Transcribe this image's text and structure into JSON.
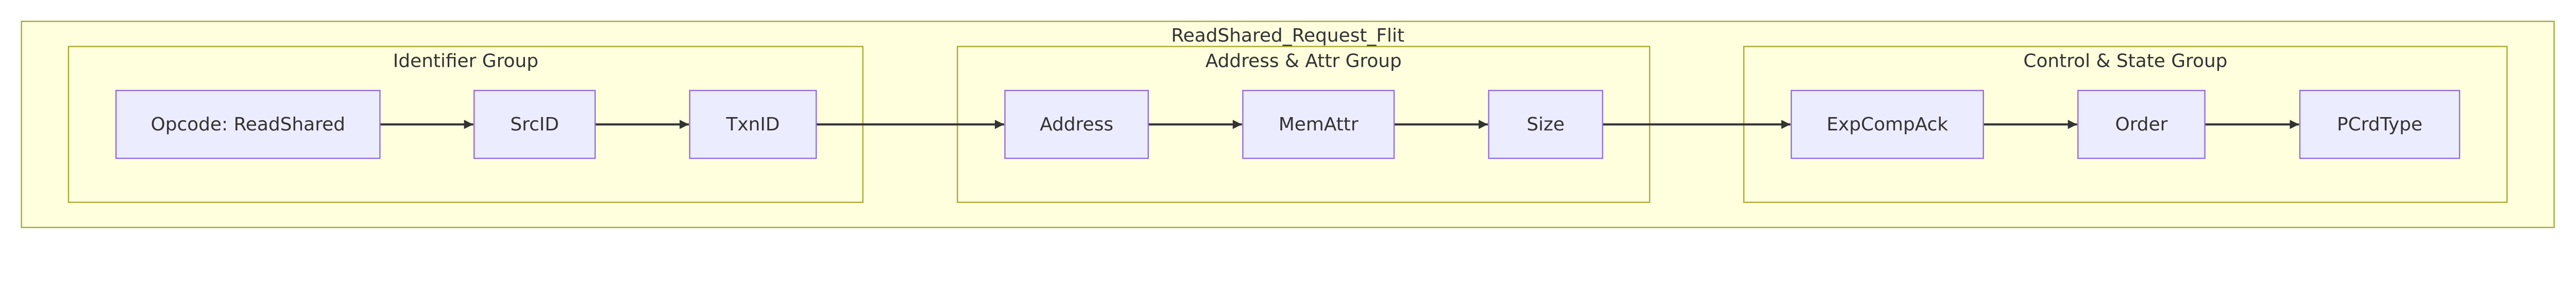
{
  "diagram": {
    "type": "flowchart",
    "direction": "left-to-right",
    "colors": {
      "cluster_fill": "#ffffde",
      "cluster_stroke": "#aaaa33",
      "node_fill": "#ececff",
      "node_stroke": "#9370db",
      "edge": "#333333",
      "text": "#333333"
    },
    "outer_group": {
      "id": "flit",
      "label": "ReadShared_Request_Flit"
    },
    "groups": [
      {
        "id": "identifier",
        "label": "Identifier Group",
        "nodes": [
          {
            "id": "opcode",
            "label": "Opcode: ReadShared"
          },
          {
            "id": "srcid",
            "label": "SrcID"
          },
          {
            "id": "txnid",
            "label": "TxnID"
          }
        ]
      },
      {
        "id": "address",
        "label": "Address & Attr Group",
        "nodes": [
          {
            "id": "addr",
            "label": "Address"
          },
          {
            "id": "memattr",
            "label": "MemAttr"
          },
          {
            "id": "size",
            "label": "Size"
          }
        ]
      },
      {
        "id": "control",
        "label": "Control & State Group",
        "nodes": [
          {
            "id": "expcompack",
            "label": "ExpCompAck"
          },
          {
            "id": "order",
            "label": "Order"
          },
          {
            "id": "pcrdtype",
            "label": "PCrdType"
          }
        ]
      }
    ],
    "edges": [
      {
        "from": "opcode",
        "to": "srcid"
      },
      {
        "from": "srcid",
        "to": "txnid"
      },
      {
        "from": "txnid",
        "to": "addr"
      },
      {
        "from": "addr",
        "to": "memattr"
      },
      {
        "from": "memattr",
        "to": "size"
      },
      {
        "from": "size",
        "to": "expcompack"
      },
      {
        "from": "expcompack",
        "to": "order"
      },
      {
        "from": "order",
        "to": "pcrdtype"
      }
    ]
  }
}
